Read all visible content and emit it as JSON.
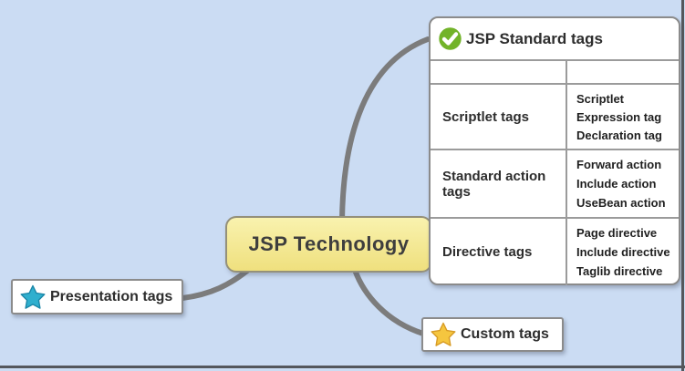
{
  "canvas": {
    "background_color": "#CBDCF3",
    "frame_color": "#54575C",
    "connector_color": "#7C7C7C"
  },
  "central": {
    "label": "JSP Technology",
    "fill_top": "#F9F2AE",
    "fill_bottom": "#EFE07E",
    "border_color": "#94907A"
  },
  "standard": {
    "title": "JSP Standard tags",
    "icon": "check-circle-icon",
    "icon_color": "#72B329",
    "rows": [
      {
        "label": "Scriptlet tags",
        "items": [
          "Scriptlet",
          "Expression tag",
          "Declaration tag"
        ]
      },
      {
        "label": "Standard action tags",
        "items": [
          "Forward action",
          "Include action",
          "UseBean action"
        ]
      },
      {
        "label": "Directive tags",
        "items": [
          "Page directive",
          "Include directive",
          "Taglib directive"
        ]
      }
    ]
  },
  "presentation": {
    "label": "Presentation tags",
    "icon": "star-icon",
    "star_fill": "#2FAFCE",
    "star_border": "#1B87A8"
  },
  "custom": {
    "label": "Custom tags",
    "icon": "star-icon",
    "star_fill": "#F5C63F",
    "star_border": "#D79B25"
  }
}
